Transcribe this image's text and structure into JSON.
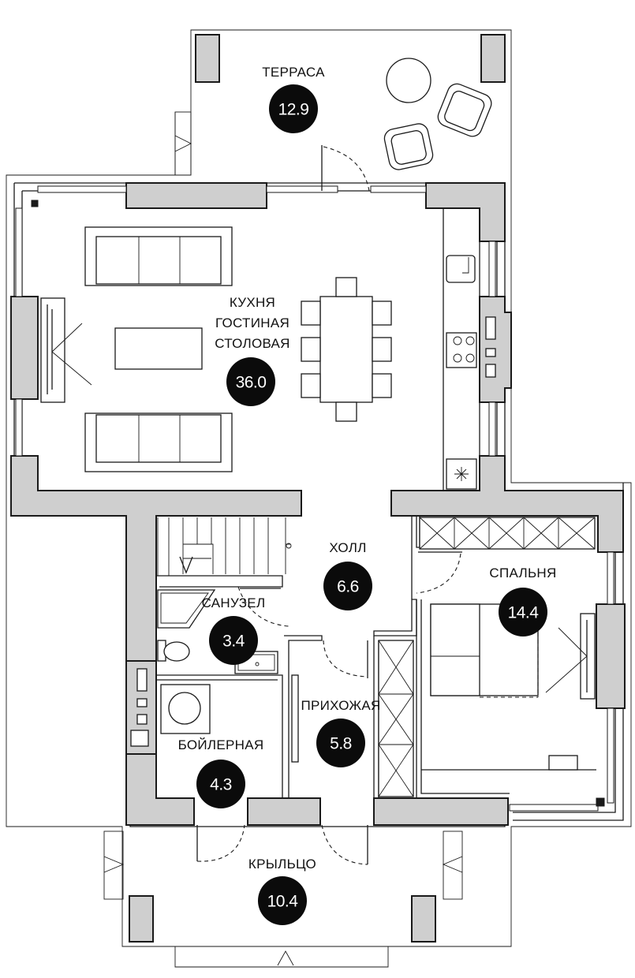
{
  "rooms": {
    "terrace": {
      "name": "ТЕРРАСА",
      "area": "12.9"
    },
    "kitchen": {
      "line1": "КУХНЯ",
      "line2": "ГОСТИНАЯ",
      "line3": "СТОЛОВАЯ",
      "area": "36.0"
    },
    "hall": {
      "name": "ХОЛЛ",
      "area": "6.6"
    },
    "bedroom": {
      "name": "СПАЛЬНЯ",
      "area": "14.4"
    },
    "bathroom": {
      "name": "САНУЗЕЛ",
      "area": "3.4"
    },
    "entry": {
      "name": "ПРИХОЖАЯ",
      "area": "5.8"
    },
    "boiler": {
      "name": "БОЙЛЕРНАЯ",
      "area": "4.3"
    },
    "porch": {
      "name": "КРЫЛЬЦО",
      "area": "10.4"
    }
  }
}
